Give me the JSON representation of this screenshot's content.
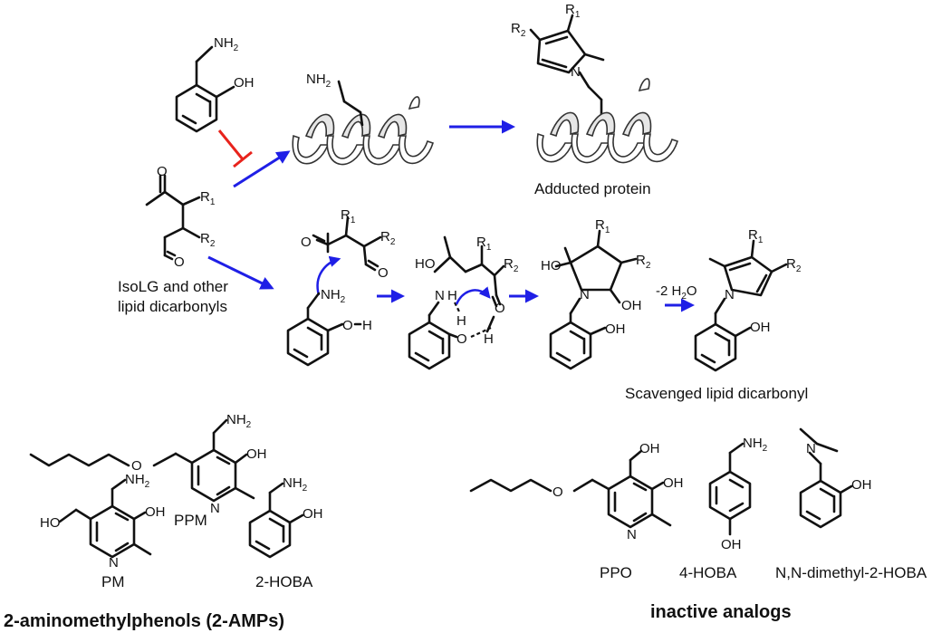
{
  "colors": {
    "inhibit": "#e8231c",
    "arrow": "#1f1fe6",
    "ink": "#111111"
  },
  "atoms": {
    "nh2": "NH",
    "two": "2",
    "oh": "OH",
    "o": "O",
    "n": "N",
    "h": "H",
    "r": "R",
    "one": "1",
    "sub_two": "2",
    "ho": "HO"
  },
  "labels": {
    "adducted_protein": "Adducted protein",
    "isolg_line1": "IsoLG and other",
    "isolg_line2": "lipid dicarbonyls",
    "minus_2h2o": "-2 H",
    "minus_2h2o_o": "O",
    "scavenged": "Scavenged lipid dicarbonyl",
    "ppm": "PPM",
    "pm": "PM",
    "hoba2": "2-HOBA",
    "ppo": "PPO",
    "hoba4": "4-HOBA",
    "nn_dimethyl": "N,N-dimethyl-2-HOBA",
    "amps_title": "2-aminomethylphenols (2-AMPs)",
    "inactive_title": "inactive analogs"
  },
  "icons": [
    "inhibition-bar",
    "reaction-arrow",
    "protein-helix",
    "curved-electron-arrow"
  ]
}
